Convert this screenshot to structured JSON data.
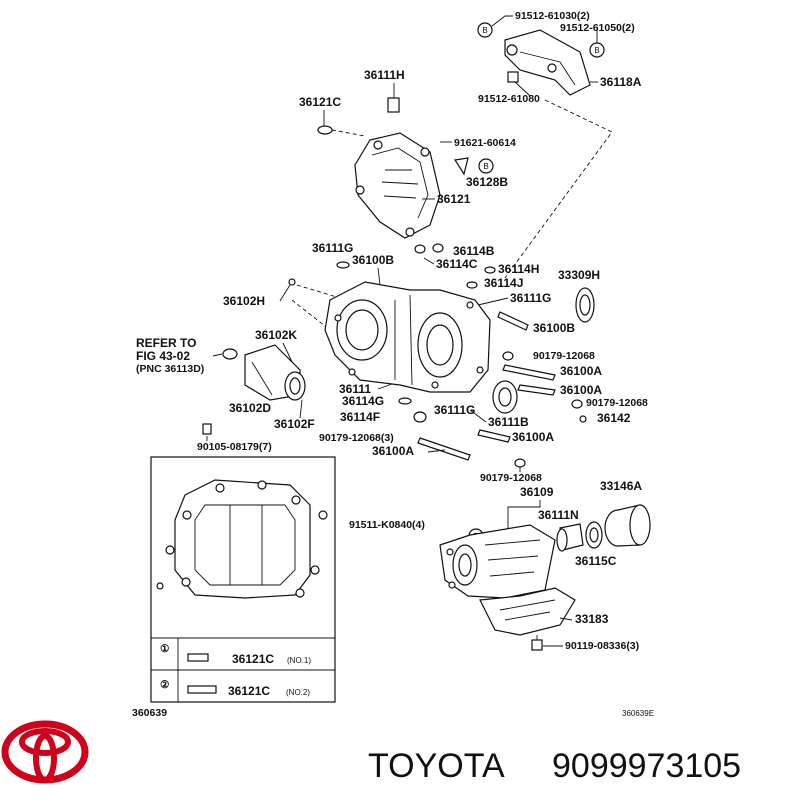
{
  "labels": {
    "p91512_61030": "91512-61030(2)",
    "p91512_61050": "91512-61050(2)",
    "p36111H": "36111H",
    "p36118A": "36118A",
    "p36121C_top": "36121C",
    "p91512_61080": "91512-61080",
    "p91621_60614": "91621-60614",
    "p36128B": "36128B",
    "p36121": "36121",
    "p36111G_a": "36111G",
    "p36114B": "36114B",
    "p36100B_a": "36100B",
    "p36114C": "36114C",
    "p36114H": "36114H",
    "p33309H": "33309H",
    "p36114J": "36114J",
    "p36102H": "36102H",
    "p36111G_b": "36111G",
    "p36100B_b": "36100B",
    "p36102K": "36102K",
    "p90179_12068_a": "90179-12068",
    "p36100A_a": "36100A",
    "p36111": "36111",
    "p36100A_b": "36100A",
    "p36114G": "36114G",
    "p90179_12068_b": "90179-12068",
    "p36102D": "36102D",
    "p36114F": "36114F",
    "p36111G_c": "36111G",
    "p36142": "36142",
    "p36102F": "36102F",
    "p36111B": "36111B",
    "p90179_12068_c": "90179-12068(3)",
    "p36100A_c": "36100A",
    "p90105_08179": "90105-08179(7)",
    "p36100A_d": "36100A",
    "p90179_12068_d": "90179-12068",
    "p36109": "36109",
    "p33146A": "33146A",
    "p91511_K0840": "91511-K0840(4)",
    "p36111N": "36111N",
    "p36115C": "36115C",
    "p33183": "33183",
    "p90119_08336": "90119-08336(3)",
    "refer_line1": "REFER TO",
    "refer_line2": "FIG 43-02",
    "refer_line3": "(PNC 36113D)",
    "inset_row1_num": "①",
    "inset_row1_part": "36121C",
    "inset_row1_note": "(NO.1)",
    "inset_row2_num": "②",
    "inset_row2_part": "36121C",
    "inset_row2_note": "(NO.2)",
    "inset_code": "360639",
    "diagram_code": "360639E",
    "callout_b": "B"
  },
  "brand": {
    "name": "TOYOTA",
    "part_number": "9099973105",
    "logo_color": "#d0021b"
  }
}
